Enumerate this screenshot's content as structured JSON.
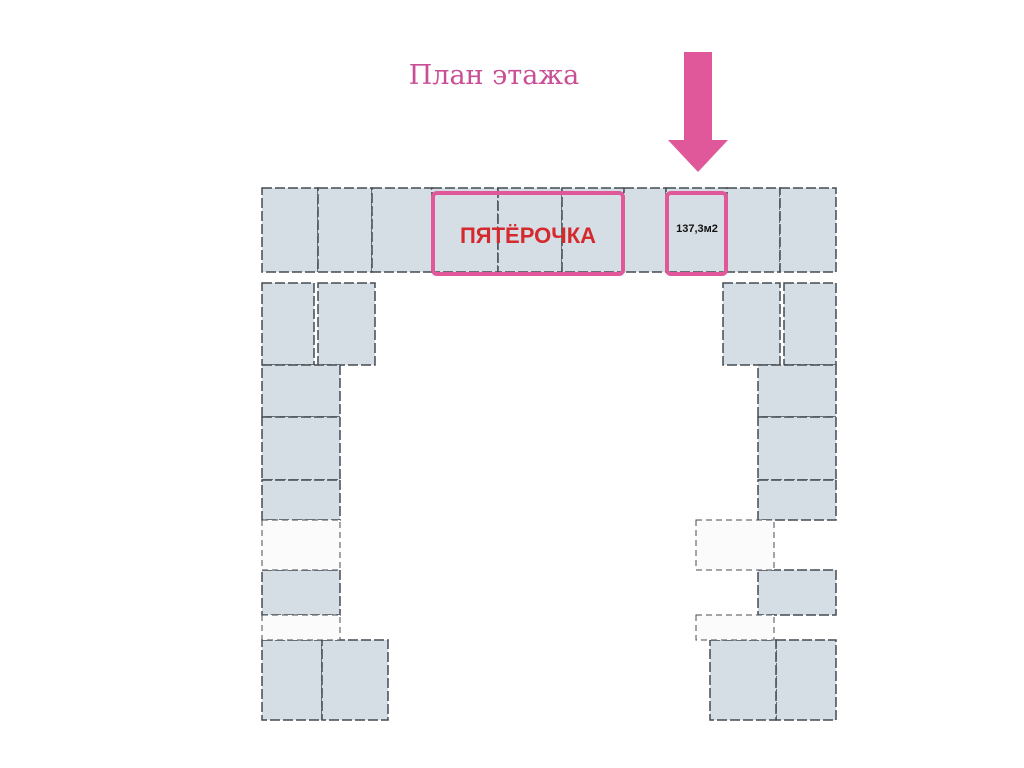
{
  "title": "План этажа",
  "highlights": {
    "store_label": "ПЯТЁРОЧКА",
    "unit_area": "137,3м2"
  },
  "colors": {
    "accent": "#e0589a",
    "title": "#c94f95",
    "store_text": "#d42a2e",
    "room_fill": "#d6dee5",
    "wall": "#444c52"
  }
}
